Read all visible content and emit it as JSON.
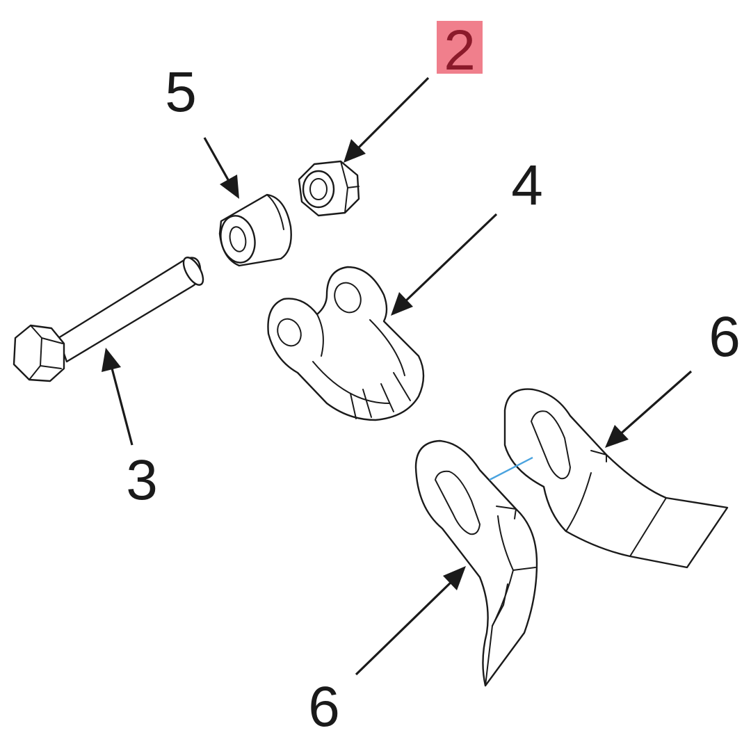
{
  "callouts": {
    "nut": "2",
    "bolt": "3",
    "shackle": "4",
    "bushing": "5",
    "blade_right": "6",
    "blade_left": "6"
  },
  "colors": {
    "highlight": "#f07f8c",
    "line": "#1a1a1a",
    "connector": "#4aa3df"
  }
}
